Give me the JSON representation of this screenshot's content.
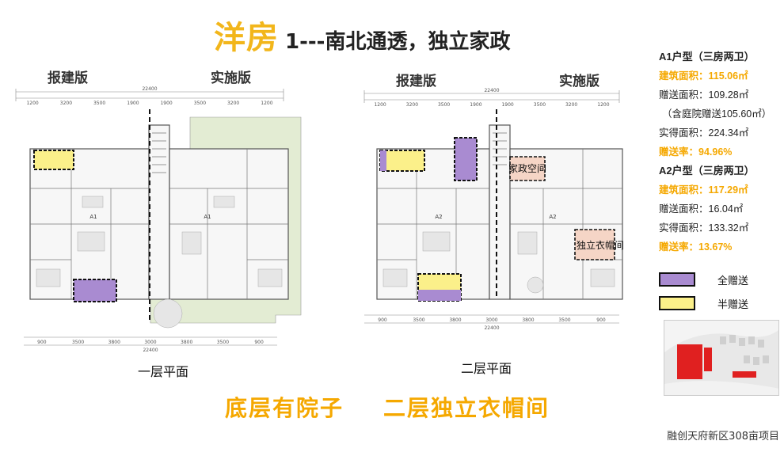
{
  "title": {
    "main": "洋房",
    "sub": "1---南北通透，独立家政"
  },
  "plans": {
    "floor1": {
      "left_version": "报建版",
      "right_version": "实施版",
      "floor_name": "一层平面",
      "dims_top": [
        "1200",
        "3200",
        "3500",
        "1900",
        "1900",
        "3500",
        "3200",
        "1200"
      ],
      "dims_total": "22400",
      "dims_bottom": [
        "900",
        "3500",
        "3800",
        "3000",
        "3800",
        "3500",
        "900"
      ],
      "unit_tags": [
        "A1",
        "A1"
      ]
    },
    "floor2": {
      "left_version": "报建版",
      "right_version": "实施版",
      "floor_name": "二层平面",
      "dims_top": [
        "1200",
        "3200",
        "3500",
        "1900",
        "1900",
        "3500",
        "3200",
        "1200"
      ],
      "dims_total": "22400",
      "dims_bottom": [
        "900",
        "3500",
        "3800",
        "3000",
        "3800",
        "3500",
        "900"
      ],
      "unit_tags": [
        "A2",
        "A2"
      ],
      "callout_housekeeping": "家政空间",
      "callout_cloakroom": "独立衣帽间"
    }
  },
  "info": {
    "a1_head": "A1户型（三房两卫）",
    "a1_build_area": "建筑面积：115.06㎡",
    "a1_bonus_area": "赠送面积：109.28㎡",
    "a1_yard": "（含庭院赠送105.60㎡）",
    "a1_actual_area": "实得面积：224.34㎡",
    "a1_bonus_rate": "赠送率：94.96%",
    "a2_head": "A2户型（三房两卫）",
    "a2_build_area": "建筑面积：117.29㎡",
    "a2_bonus_area": "赠送面积：16.04㎡",
    "a2_actual_area": "实得面积：133.32㎡",
    "a2_bonus_rate": "赠送率：13.67%"
  },
  "legend": {
    "full_label": "全赠送",
    "half_label": "半赠送",
    "full_color": "#a98bd1",
    "half_color": "#fbf08a"
  },
  "slogan": {
    "left": "底层有院子",
    "right": "二层独立衣帽间"
  },
  "footer": "融创天府新区308亩项目"
}
